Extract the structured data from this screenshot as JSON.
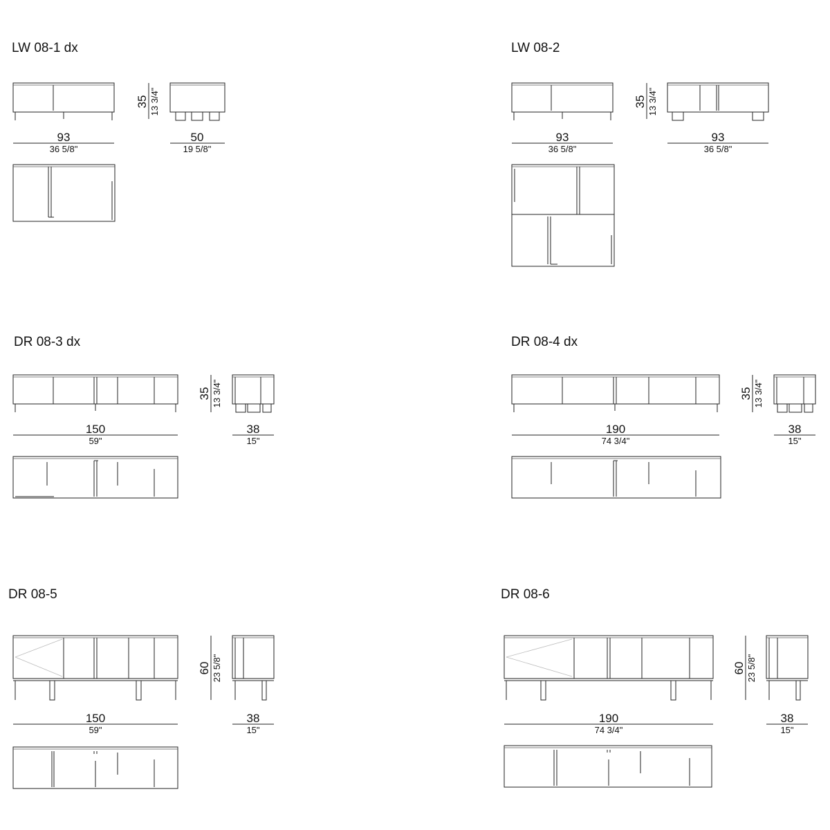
{
  "sheet": {
    "products": [
      {
        "name": "LW 08-1 dx",
        "front_width": "93",
        "front_width_in": "36 5/8\"",
        "height": "35",
        "height_in": "13 3/4\"",
        "side_width": "50",
        "side_width_in": "19 5/8\""
      },
      {
        "name": "LW 08-2",
        "front_width": "93",
        "front_width_in": "36 5/8\"",
        "height": "35",
        "height_in": "13 3/4\"",
        "side_width": "93",
        "side_width_in": "36 5/8\""
      },
      {
        "name": "DR 08-3 dx",
        "front_width": "150",
        "front_width_in": "59\"",
        "height": "35",
        "height_in": "13 3/4\"",
        "side_width": "38",
        "side_width_in": "15\""
      },
      {
        "name": "DR 08-4 dx",
        "front_width": "190",
        "front_width_in": "74 3/4\"",
        "height": "35",
        "height_in": "13 3/4\"",
        "side_width": "38",
        "side_width_in": "15\""
      },
      {
        "name": "DR 08-5",
        "front_width": "150",
        "front_width_in": "59\"",
        "height": "60",
        "height_in": "23 5/8\"",
        "side_width": "38",
        "side_width_in": "15\""
      },
      {
        "name": "DR 08-6",
        "front_width": "190",
        "front_width_in": "74 3/4\"",
        "height": "60",
        "height_in": "23 5/8\"",
        "side_width": "38",
        "side_width_in": "15\""
      }
    ]
  }
}
